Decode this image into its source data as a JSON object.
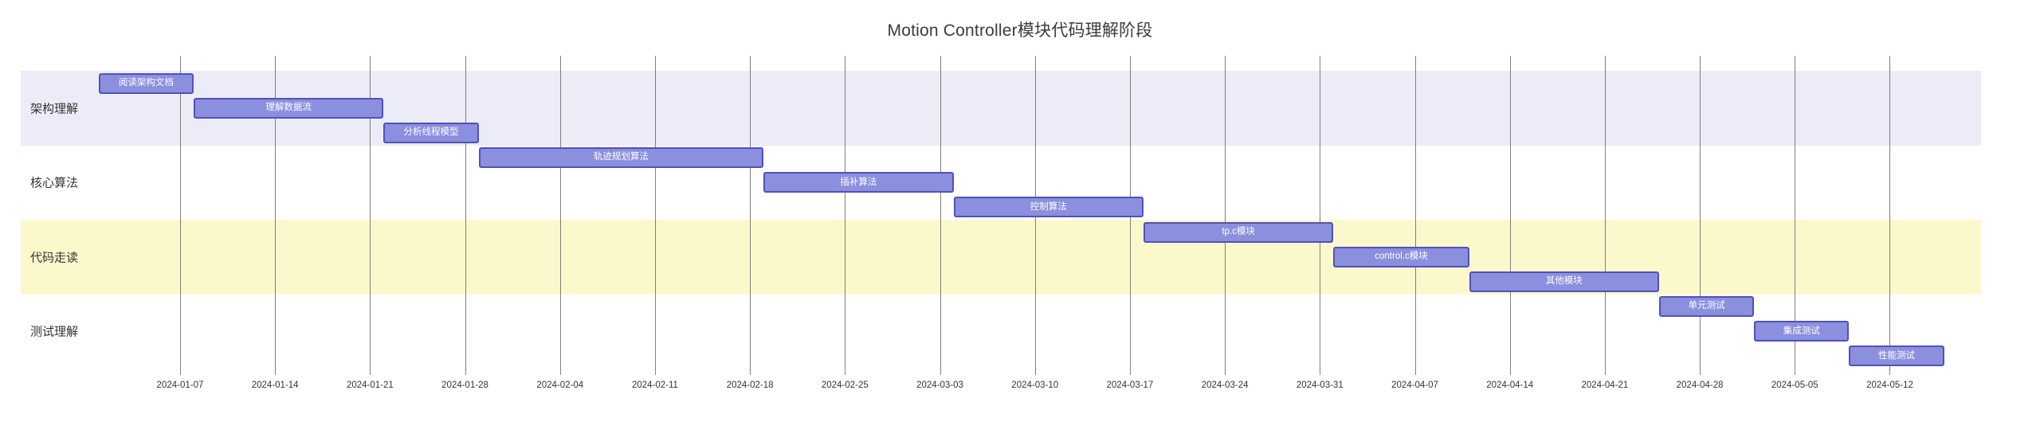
{
  "page": {
    "background": "#ffffff"
  },
  "chart_data": {
    "type": "gantt",
    "title": "Motion Controller模块代码理解阶段",
    "date_format": "YYYY-MM-DD",
    "axis": {
      "tick_interval": "1 week",
      "domain_start": "2024-01-01",
      "domain_end": "2024-05-19",
      "ticks": [
        "2024-01-07",
        "2024-01-14",
        "2024-01-21",
        "2024-01-28",
        "2024-02-04",
        "2024-02-11",
        "2024-02-18",
        "2024-02-25",
        "2024-03-03",
        "2024-03-10",
        "2024-03-17",
        "2024-03-24",
        "2024-03-31",
        "2024-04-07",
        "2024-04-14",
        "2024-04-21",
        "2024-04-28",
        "2024-05-05",
        "2024-05-12"
      ],
      "grid": true
    },
    "legend": {
      "visible": false
    },
    "sections": [
      {
        "name": "架构理解",
        "tasks": [
          {
            "label": "阅读架构文档",
            "start": "2024-01-01",
            "end": "2024-01-08",
            "duration_days": 7
          },
          {
            "label": "理解数据流",
            "start": "2024-01-08",
            "end": "2024-01-22",
            "duration_days": 14
          },
          {
            "label": "分析线程模型",
            "start": "2024-01-22",
            "end": "2024-01-29",
            "duration_days": 7
          }
        ]
      },
      {
        "name": "核心算法",
        "tasks": [
          {
            "label": "轨迹规划算法",
            "start": "2024-01-29",
            "end": "2024-02-19",
            "duration_days": 21
          },
          {
            "label": "插补算法",
            "start": "2024-02-19",
            "end": "2024-03-04",
            "duration_days": 14
          },
          {
            "label": "控制算法",
            "start": "2024-03-04",
            "end": "2024-03-18",
            "duration_days": 14
          }
        ]
      },
      {
        "name": "代码走读",
        "tasks": [
          {
            "label": "tp.c模块",
            "start": "2024-03-18",
            "end": "2024-04-01",
            "duration_days": 14
          },
          {
            "label": "control.c模块",
            "start": "2024-04-01",
            "end": "2024-04-11",
            "duration_days": 10
          },
          {
            "label": "其他模块",
            "start": "2024-04-11",
            "end": "2024-04-25",
            "duration_days": 14
          }
        ]
      },
      {
        "name": "测试理解",
        "tasks": [
          {
            "label": "单元测试",
            "start": "2024-04-25",
            "end": "2024-05-02",
            "duration_days": 7
          },
          {
            "label": "集成测试",
            "start": "2024-05-02",
            "end": "2024-05-09",
            "duration_days": 7
          },
          {
            "label": "性能测试",
            "start": "2024-05-09",
            "end": "2024-05-16",
            "duration_days": 7
          }
        ]
      }
    ],
    "style": {
      "task_fill": "#8a90dd",
      "task_border": "#534fbc",
      "task_text_color": "#ffffff",
      "section_band_colors": [
        "#ecebf8",
        "#ffffff",
        "#fbf8cc",
        "#ffffff"
      ],
      "grid_color": "#6b6b6b",
      "label_color": "#333333",
      "title_color": "#3b3b3b"
    }
  }
}
